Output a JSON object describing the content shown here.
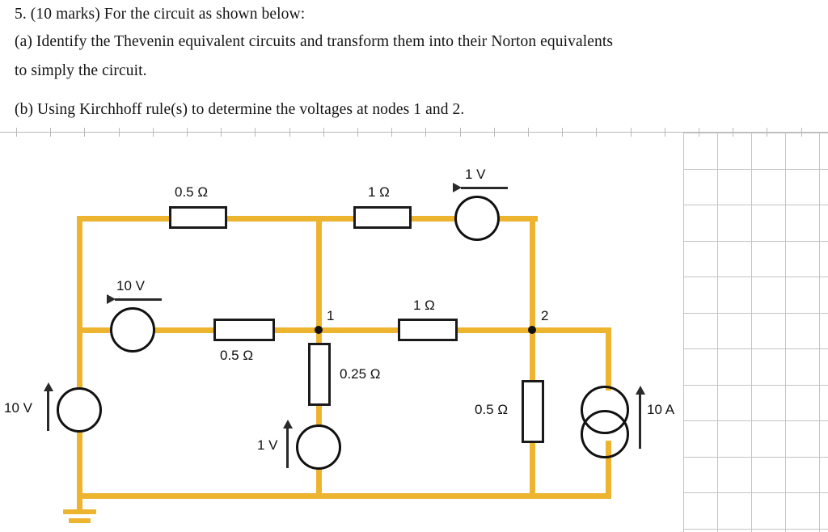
{
  "question": {
    "line1": "5. (10 marks) For the circuit as shown below:",
    "line2": "(a) Identify the Thevenin equivalent circuits and transform them into their Norton equivalents",
    "line3": "to simply the circuit.",
    "line4": "(b) Using Kirchhoff rule(s) to determine the voltages at nodes 1 and 2."
  },
  "colors": {
    "wire": "#EDB430",
    "component_outline": "#1a1a1a",
    "grid": "#c4c4c4",
    "rule": "#b9b9b9",
    "text": "#141414"
  },
  "circuit": {
    "labels": {
      "r_top_left": "0.5 Ω",
      "r_top_mid": "1 Ω",
      "v_top_right": "1 V",
      "v_mid_left": "10 V",
      "r_mid_left": "0.5 Ω",
      "r_mid_right": "1 Ω",
      "r_vert_center": "0.25 Ω",
      "v_vert_center": "1 V",
      "r_right": "0.5 Ω",
      "i_right": "10 A",
      "v_left_source": "10 V",
      "node1": "1",
      "node2": "2"
    },
    "components": [
      {
        "name": "resistor-top-left",
        "value": "0.5 Ω",
        "type": "resistor",
        "orientation": "horizontal"
      },
      {
        "name": "resistor-top-mid",
        "value": "1 Ω",
        "type": "resistor",
        "orientation": "horizontal"
      },
      {
        "name": "source-top-right",
        "value": "1 V",
        "type": "voltage-source",
        "orientation": "horizontal",
        "arrow": "left"
      },
      {
        "name": "source-mid-left",
        "value": "10 V",
        "type": "voltage-source",
        "orientation": "horizontal",
        "arrow": "left"
      },
      {
        "name": "resistor-mid-left",
        "value": "0.5 Ω",
        "type": "resistor",
        "orientation": "horizontal"
      },
      {
        "name": "resistor-mid-right",
        "value": "1 Ω",
        "type": "resistor",
        "orientation": "horizontal"
      },
      {
        "name": "resistor-center-vertical",
        "value": "0.25 Ω",
        "type": "resistor",
        "orientation": "vertical"
      },
      {
        "name": "source-center-vertical",
        "value": "1 V",
        "type": "voltage-source",
        "orientation": "vertical",
        "arrow": "up"
      },
      {
        "name": "resistor-right-vertical",
        "value": "0.5 Ω",
        "type": "resistor",
        "orientation": "vertical"
      },
      {
        "name": "source-right-current",
        "value": "10 A",
        "type": "current-source",
        "orientation": "vertical",
        "arrow": "up"
      },
      {
        "name": "source-left-vertical",
        "value": "10 V",
        "type": "voltage-source",
        "orientation": "vertical",
        "arrow": "up"
      },
      {
        "name": "ground-symbol",
        "value": "",
        "type": "ground",
        "orientation": "vertical"
      }
    ],
    "nodes": [
      "1",
      "2"
    ]
  }
}
